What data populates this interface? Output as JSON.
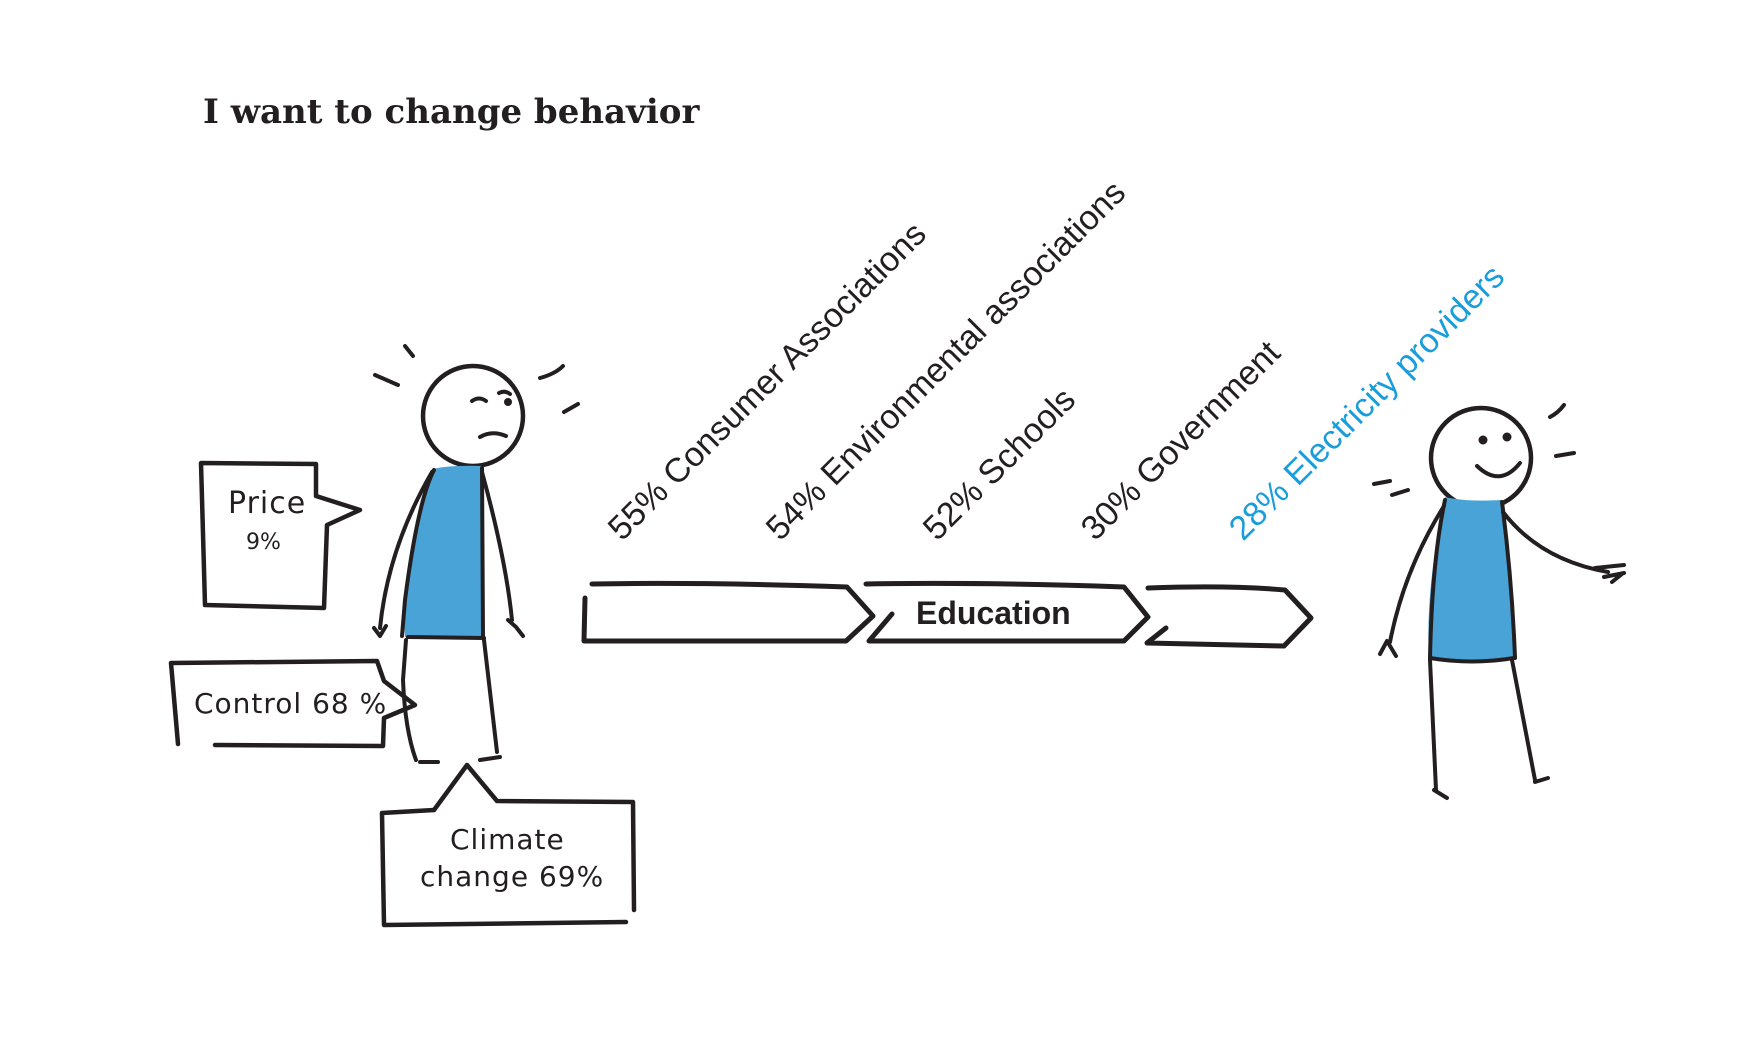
{
  "title": "I want to change behavior",
  "bubbles": {
    "price": {
      "label": "Price",
      "value": "9%"
    },
    "control": {
      "label": "Control 68 %"
    },
    "climate": {
      "line1": "Climate",
      "line2": "change 69%"
    }
  },
  "stakeholders": [
    {
      "text": "55% Consumer Associations",
      "highlight": false
    },
    {
      "text": "54% Environmental associations",
      "highlight": false
    },
    {
      "text": "52% Schools",
      "highlight": false
    },
    {
      "text": "30% Government",
      "highlight": false
    },
    {
      "text": "28% Electricity providers",
      "highlight": true
    }
  ],
  "arrows": {
    "middle_label": "Education"
  },
  "colors": {
    "shirt": "#4aa3d6",
    "highlight": "#1a9ddb",
    "ink": "#231f20"
  }
}
